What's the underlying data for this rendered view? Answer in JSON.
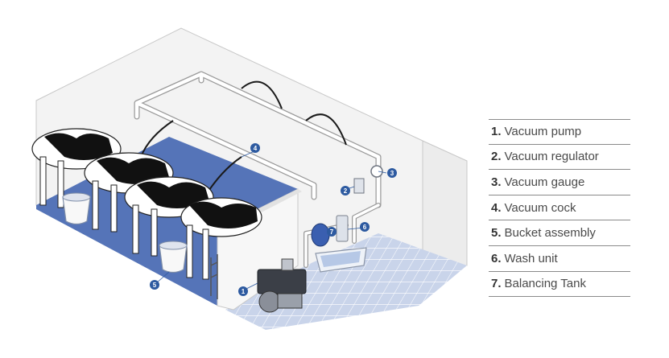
{
  "colors": {
    "floor_blue": "#5574b8",
    "wall": "#f2f2f2",
    "tile": "#c9d4ea",
    "pipe": "#ffffff",
    "callout": "#2d5aa0",
    "legend_text": "#4a4a4a",
    "legend_rule": "#8a8a8a"
  },
  "callouts": [
    {
      "num": "1",
      "target": "vacuum-pump"
    },
    {
      "num": "2",
      "target": "vacuum-regulator"
    },
    {
      "num": "3",
      "target": "vacuum-gauge"
    },
    {
      "num": "4",
      "target": "vacuum-cock"
    },
    {
      "num": "5",
      "target": "bucket-assembly"
    },
    {
      "num": "6",
      "target": "wash-unit"
    },
    {
      "num": "7",
      "target": "balancing-tank"
    }
  ],
  "legend": {
    "items": [
      {
        "num": "1.",
        "label": "Vacuum pump"
      },
      {
        "num": "2.",
        "label": "Vacuum regulator"
      },
      {
        "num": "3.",
        "label": "Vacuum gauge"
      },
      {
        "num": "4.",
        "label": "Vacuum cock"
      },
      {
        "num": "5.",
        "label": "Bucket assembly"
      },
      {
        "num": "6.",
        "label": "Wash unit"
      },
      {
        "num": "7.",
        "label": "Balancing Tank"
      }
    ]
  }
}
